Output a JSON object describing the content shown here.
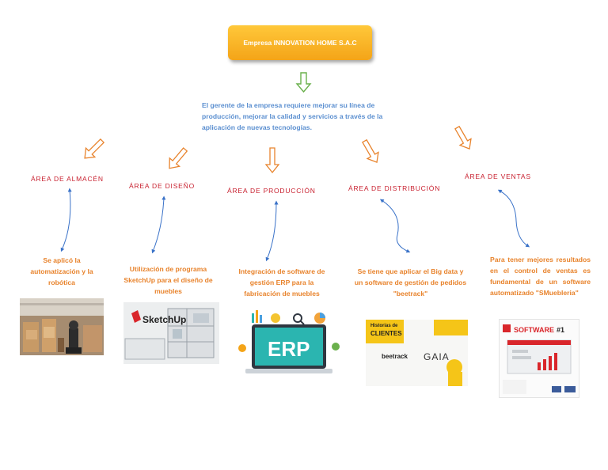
{
  "company": "Empresa INNOVATION HOME S.A.C",
  "intro": "El gerente de la empresa requiere mejorar su línea de producción, mejorar la calidad y servicios a través de la aplicación de nuevas tecnologías.",
  "areas": [
    {
      "name": "ÁREA DE ALMACÉN",
      "description": "Se aplicó la automatización y la robótica"
    },
    {
      "name": "ÁREA DE DISEÑO",
      "description": "Utilización de programa SketchUp para el diseño de muebles"
    },
    {
      "name": "ÁREA DE PRODUCCIÓN",
      "description": "Integración de software de gestión ERP para la fabricación de muebles"
    },
    {
      "name": "ÁREA DE DISTRIBUCIÓN",
      "description": "Se tiene que aplicar el Big data y un software de gestión de pedidos \"beetrack\""
    },
    {
      "name": "ÁREA DE VENTAS",
      "description": "Para tener mejores resultados en el control de ventas es fundamental de un software automatizado \"SMuebleria\""
    }
  ],
  "image_labels": {
    "sketchup": "SketchUp",
    "erp": "ERP",
    "beetrack_heading_1": "Historias de",
    "beetrack_heading_2": "CLIENTES",
    "beetrack_logo": "beetrack",
    "gaia_logo": "GAIA",
    "smuebleria_title": "SOFTWARE",
    "smuebleria_badge": "#1"
  },
  "colors": {
    "company_box": "#f4a418",
    "intro_text": "#5b8fd0",
    "area_title": "#c8202f",
    "description": "#e8832c",
    "connector": "#3a72c8",
    "arrow_orange": "#e8832c",
    "arrow_green": "#6ab04c"
  }
}
